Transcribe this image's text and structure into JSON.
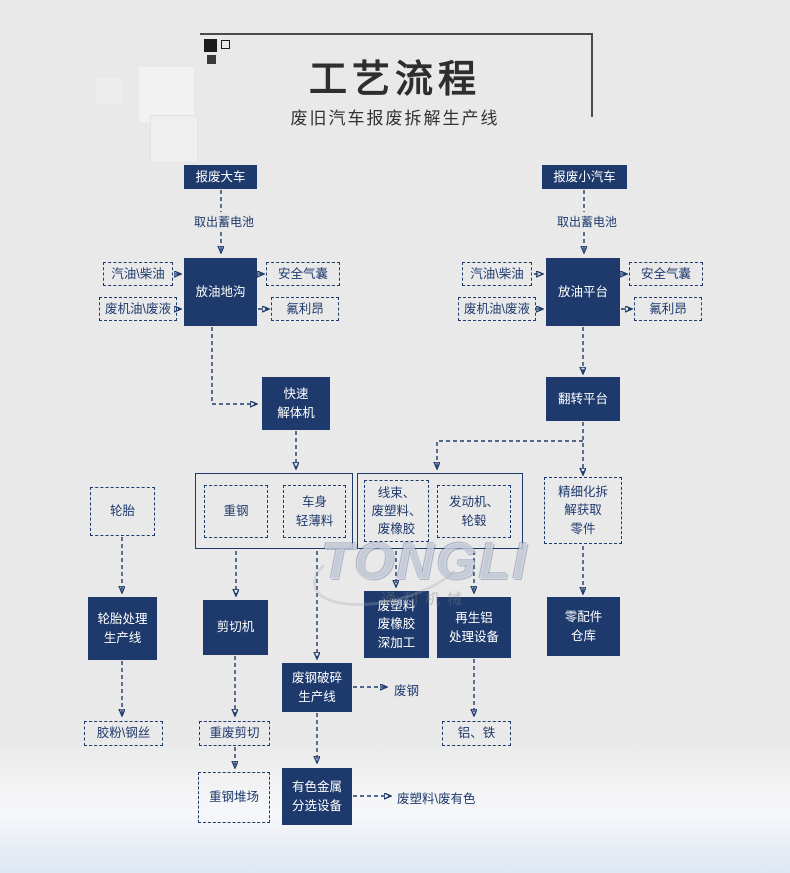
{
  "header": {
    "title": "工艺流程",
    "subtitle": "废旧汽车报废拆解生产线"
  },
  "watermark": {
    "brand": "TONGLI",
    "caption": "通利机械"
  },
  "colors": {
    "navy": "#1e3a6d",
    "background": "#e9e9e9",
    "title_text": "#2e2e2e"
  },
  "left_flow": {
    "scrap_truck": "报废大车",
    "remove_battery": "取出蓄电池",
    "drain_pit": "放油地沟",
    "gasoline_diesel": "汽油\\柴油",
    "waste_oil": "废机油\\废液",
    "airbag": "安全气囊",
    "freon": "氟利昂",
    "quick_dismantler": "快速\n解体机",
    "heavy_steel": "重钢",
    "body_light_material": "车身\n轻薄料",
    "harness_plastic_rubber": "线束、\n废塑料、\n废橡胶",
    "engine_hub": "发动机、\n轮毂",
    "tire": "轮胎",
    "tire_processing_line": "轮胎处理\n生产线",
    "rubber_powder_steel_wire": "胶粉\\钢丝",
    "shearing_machine": "剪切机",
    "heavy_scrap_shear": "重废剪切",
    "heavy_steel_yard": "重钢堆场",
    "scrap_crushing_line": "废钢破碎\n生产线",
    "scrap_steel": "废钢",
    "nonferrous_sorting": "有色金属\n分选设备",
    "waste_plastic_nonferrous": "废塑料\\废有色",
    "plastic_rubber_processing": "废塑料\n废橡胶\n深加工",
    "recycled_aluminum_equipment": "再生铝\n处理设备",
    "aluminum_iron": "铝、铁"
  },
  "right_flow": {
    "scrap_car": "报废小汽车",
    "remove_battery": "取出蓄电池",
    "drain_platform": "放油平台",
    "gasoline_diesel": "汽油\\柴油",
    "waste_oil": "废机油\\废液",
    "airbag": "安全气囊",
    "freon": "氟利昂",
    "flip_platform": "翻转平台",
    "fine_dismantling": "精细化拆\n解获取\n零件",
    "parts_warehouse": "零配件\n仓库"
  }
}
